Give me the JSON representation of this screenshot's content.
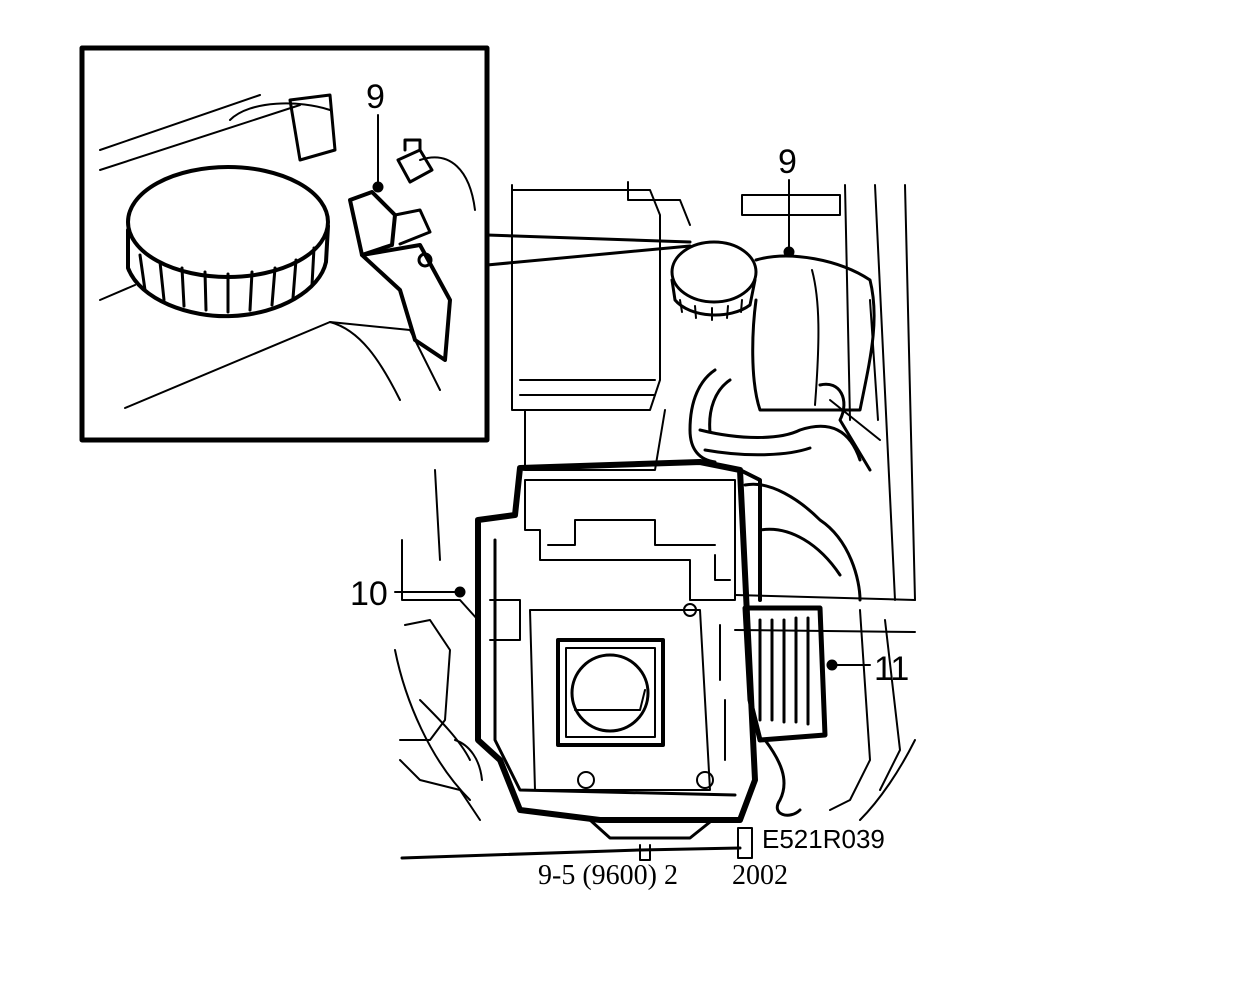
{
  "diagram": {
    "callouts": [
      {
        "id": "inset-9",
        "text": "9"
      },
      {
        "id": "main-9",
        "text": "9"
      },
      {
        "id": "10",
        "text": "10"
      },
      {
        "id": "11",
        "text": "11"
      }
    ],
    "figure_code": "E521R039",
    "caption_left": "9-5 (9600) 2",
    "caption_right": "2002",
    "colors": {
      "ink": "#000000",
      "paper": "#ffffff"
    }
  }
}
